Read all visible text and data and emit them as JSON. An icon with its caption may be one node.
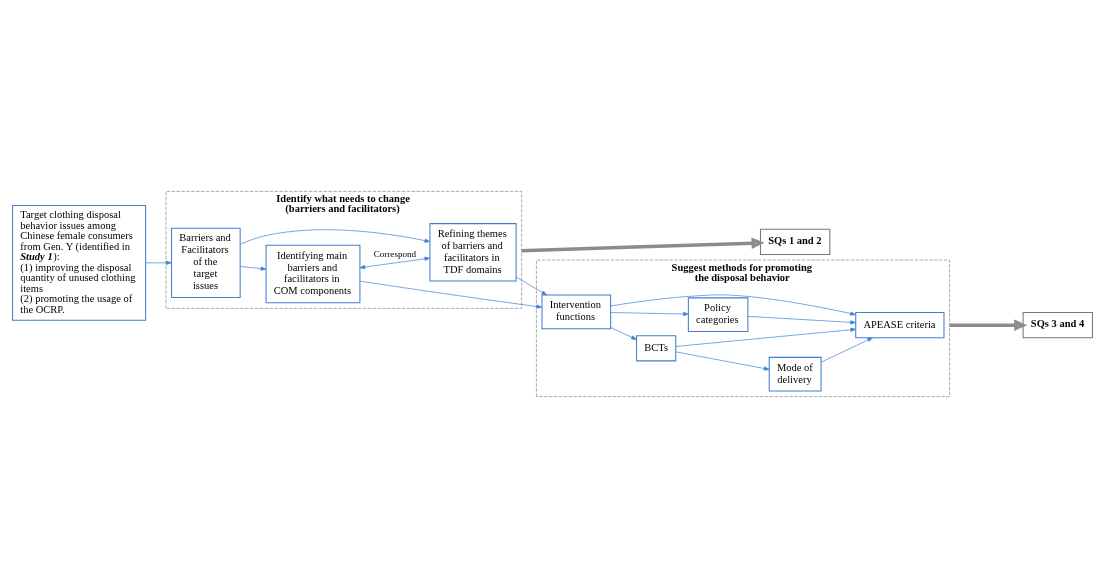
{
  "diagram": {
    "nodes": [
      {
        "text": [
          "Target clothing disposal behavior issues among Chinese female consumers from Gen. Y (identified in **Study 1**):",
          "(1) improving the disposal quantity of unused clothing items",
          "(2) promoting the usage of the OCRP."
        ]
      },
      {
        "text": [
          "Identify what needs to change (barriers and facilitators)"
        ]
      },
      {
        "text": [
          "Barriers and Facilitators of the target issues"
        ],
        "in": 1
      },
      {
        "text": [
          "Identifying main barriers and facilitators in COM components"
        ],
        "in": 1
      },
      {
        "text": [
          "Refining themes of barriers and facilitators in TDF domains"
        ],
        "in": 1
      },
      {
        "text": [
          "Suggest methods for promoting the disposal behavior"
        ]
      },
      {
        "text": [
          "Intervention functions"
        ],
        "in": 5
      },
      {
        "text": [
          "BCTs"
        ],
        "in": 5
      },
      {
        "text": [
          "Policy categories"
        ],
        "in": 5
      },
      {
        "text": [
          "Mode of delivery"
        ],
        "in": 5
      },
      {
        "text": [
          "APEASE criteria"
        ],
        "in": 5
      },
      {
        "text": [
          "SQs 1 and 2"
        ]
      },
      {
        "text": [
          "SQs 3 and 4"
        ]
      }
    ],
    "edges": [
      {
        "from": 0,
        "to": 2,
        "arrow": "to"
      },
      {
        "from": 2,
        "to": 3,
        "arrow": "to"
      },
      {
        "from": 2,
        "to": 4,
        "arrow": "to"
      },
      {
        "from": 3,
        "to": 4,
        "arrow": "both",
        "label": "Correspond"
      },
      {
        "from": 3,
        "to": 6,
        "arrow": "to"
      },
      {
        "from": 4,
        "to": 6,
        "arrow": "to"
      },
      {
        "from": 6,
        "to": 7,
        "arrow": "to"
      },
      {
        "from": 6,
        "to": 8,
        "arrow": "to"
      },
      {
        "from": 7,
        "to": 9,
        "arrow": "to"
      },
      {
        "from": 8,
        "to": 10,
        "arrow": "to"
      },
      {
        "from": 6,
        "to": 10,
        "arrow": "to"
      },
      {
        "from": 9,
        "to": 10,
        "arrow": "to"
      },
      {
        "from": 7,
        "to": 10,
        "arrow": "to"
      },
      {
        "from": 1,
        "to": 11,
        "arrow": "to",
        "style": "thick",
        "color": "#8c8c8c"
      },
      {
        "from": 5,
        "to": 12,
        "arrow": "to",
        "style": "thick",
        "color": "#8c8c8c"
      }
    ]
  }
}
